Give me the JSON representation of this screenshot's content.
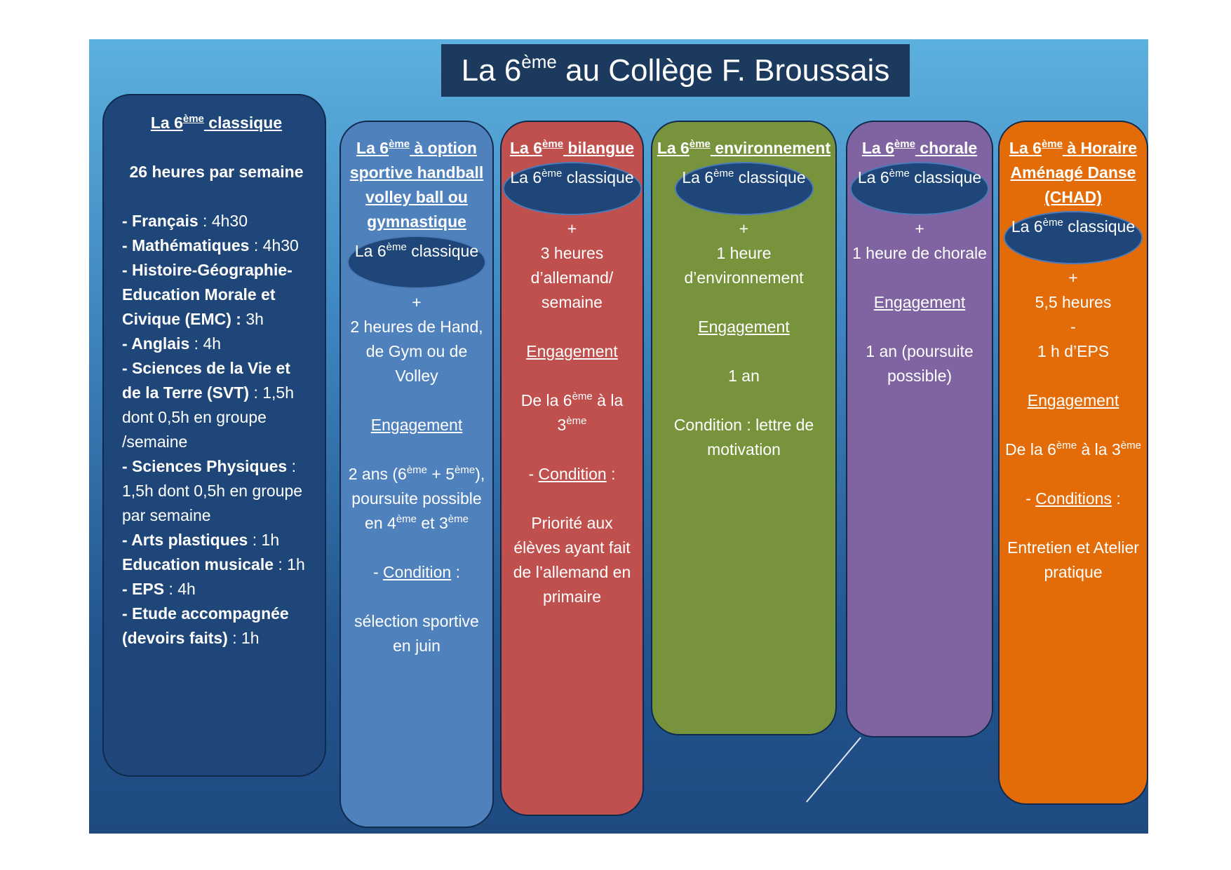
{
  "title": {
    "pre": "La 6",
    "sup": "ème",
    "post": " au Collège F. Broussais"
  },
  "colors": {
    "background_top": "#5cb0de",
    "background_bottom": "#1e4a80",
    "title_box": "#1b3a5e",
    "col_classique": "#1f4678",
    "col_sportive": "#4f81bd",
    "col_bilangue": "#c0504d",
    "col_environnement": "#77933c",
    "col_chorale": "#8064a2",
    "col_chad": "#e36c09",
    "ellipse": "#1f4678"
  },
  "columns": [
    {
      "id": "classique",
      "blocks": [
        {
          "center": true,
          "segs": [
            {
              "t": "La 6",
              "b": 1,
              "u": 1
            },
            {
              "t": "ème",
              "sup": 1,
              "b": 1,
              "u": 1
            },
            {
              "t": " classique",
              "b": 1,
              "u": 1
            }
          ]
        },
        {
          "gap": 1
        },
        {
          "center": true,
          "segs": [
            {
              "t": "26 heures par semaine",
              "b": 1
            }
          ]
        },
        {
          "gap": 1
        },
        {
          "segs": [
            {
              "t": "- Français",
              "b": 1
            },
            {
              "t": " : 4h30"
            }
          ]
        },
        {
          "segs": [
            {
              "t": "- Mathématiques",
              "b": 1
            },
            {
              "t": " : 4h30"
            }
          ]
        },
        {
          "segs": [
            {
              "t": "- Histoire-Géographie-Education Morale et Civique (EMC) :",
              "b": 1
            },
            {
              "t": " 3h"
            }
          ]
        },
        {
          "segs": [
            {
              "t": "- Anglais",
              "b": 1
            },
            {
              "t": " : 4h"
            }
          ]
        },
        {
          "segs": [
            {
              "t": "- Sciences de la Vie et de la Terre (SVT)",
              "b": 1
            },
            {
              "t": " : 1,5h dont 0,5h en groupe /semaine"
            }
          ]
        },
        {
          "segs": [
            {
              "t": "- Sciences Physiques",
              "b": 1
            },
            {
              "t": " : 1,5h dont 0,5h en groupe par semaine"
            }
          ]
        },
        {
          "segs": [
            {
              "t": "- Arts plastiques",
              "b": 1
            },
            {
              "t": " : 1h"
            }
          ]
        },
        {
          "segs": [
            {
              "t": "Education musicale",
              "b": 1
            },
            {
              "t": " : 1h"
            }
          ]
        },
        {
          "segs": [
            {
              "t": "- EPS",
              "b": 1
            },
            {
              "t": " : 4h"
            }
          ]
        },
        {
          "segs": [
            {
              "t": "- Etude accompagnée (devoirs faits)",
              "b": 1
            },
            {
              "t": " : 1h"
            }
          ]
        }
      ]
    },
    {
      "id": "sportive",
      "blocks": [
        {
          "segs": [
            {
              "t": "La 6",
              "b": 1,
              "u": 1
            },
            {
              "t": "ème",
              "sup": 1,
              "b": 1,
              "u": 1
            },
            {
              "t": " à option sportive handball volley ball ou gymnastique",
              "b": 1,
              "u": 1
            }
          ]
        },
        {
          "ellipse": 1,
          "segs": [
            {
              "t": "La 6"
            },
            {
              "t": "ème",
              "sup": 1
            },
            {
              "t": " classique"
            }
          ]
        },
        {
          "segs": [
            {
              "t": "+"
            }
          ]
        },
        {
          "segs": [
            {
              "t": "2 heures de Hand, de Gym ou de Volley"
            }
          ]
        },
        {
          "gap": 1
        },
        {
          "segs": [
            {
              "t": "Engagement",
              "u": 1
            }
          ]
        },
        {
          "gap": 1
        },
        {
          "segs": [
            {
              "t": "2 ans (6"
            },
            {
              "t": "ème",
              "sup": 1
            },
            {
              "t": " + 5"
            },
            {
              "t": "ème",
              "sup": 1
            },
            {
              "t": "), poursuite possible en 4"
            },
            {
              "t": "ème",
              "sup": 1
            },
            {
              "t": " et 3"
            },
            {
              "t": "ème",
              "sup": 1
            }
          ]
        },
        {
          "gap": 1
        },
        {
          "segs": [
            {
              "t": "- "
            },
            {
              "t": "Condition",
              "u": 1
            },
            {
              "t": " :"
            }
          ]
        },
        {
          "gap": 1
        },
        {
          "segs": [
            {
              "t": "sélection sportive en juin"
            }
          ]
        }
      ]
    },
    {
      "id": "bilangue",
      "blocks": [
        {
          "segs": [
            {
              "t": "La 6",
              "b": 1,
              "u": 1
            },
            {
              "t": "ème",
              "sup": 1,
              "b": 1,
              "u": 1
            },
            {
              "t": " bilangue",
              "b": 1,
              "u": 1
            }
          ]
        },
        {
          "ellipse": 1,
          "segs": [
            {
              "t": "La 6"
            },
            {
              "t": "ème",
              "sup": 1
            },
            {
              "t": " classique"
            }
          ]
        },
        {
          "segs": [
            {
              "t": "+"
            }
          ]
        },
        {
          "segs": [
            {
              "t": "3 heures d’allemand/ semaine"
            }
          ]
        },
        {
          "gap": 1
        },
        {
          "segs": [
            {
              "t": "Engagement",
              "u": 1
            }
          ]
        },
        {
          "gap": 1
        },
        {
          "segs": [
            {
              "t": "De la 6"
            },
            {
              "t": "ème",
              "sup": 1
            },
            {
              "t": " à la 3"
            },
            {
              "t": "ème",
              "sup": 1
            }
          ]
        },
        {
          "gap": 1
        },
        {
          "segs": [
            {
              "t": "- "
            },
            {
              "t": "Condition",
              "u": 1
            },
            {
              "t": " :"
            }
          ]
        },
        {
          "gap": 1
        },
        {
          "segs": [
            {
              "t": "Priorité aux élèves ayant fait de l’allemand en primaire"
            }
          ]
        }
      ]
    },
    {
      "id": "environnement",
      "blocks": [
        {
          "segs": [
            {
              "t": "La 6",
              "b": 1,
              "u": 1
            },
            {
              "t": "ème",
              "sup": 1,
              "b": 1,
              "u": 1
            },
            {
              "t": " environnement",
              "b": 1,
              "u": 1
            }
          ]
        },
        {
          "ellipse": 1,
          "segs": [
            {
              "t": "La 6"
            },
            {
              "t": "ème",
              "sup": 1
            },
            {
              "t": " classique"
            }
          ]
        },
        {
          "segs": [
            {
              "t": "+"
            }
          ]
        },
        {
          "segs": [
            {
              "t": "1 heure d’environnement"
            }
          ]
        },
        {
          "gap": 1
        },
        {
          "segs": [
            {
              "t": "Engagement",
              "u": 1
            }
          ]
        },
        {
          "gap": 1
        },
        {
          "segs": [
            {
              "t": "1 an"
            }
          ]
        },
        {
          "gap": 1
        },
        {
          "segs": [
            {
              "t": "Condition : lettre de motivation"
            }
          ]
        }
      ]
    },
    {
      "id": "chorale",
      "blocks": [
        {
          "segs": [
            {
              "t": "La 6",
              "b": 1,
              "u": 1
            },
            {
              "t": "ème",
              "sup": 1,
              "b": 1,
              "u": 1
            },
            {
              "t": " chorale",
              "b": 1,
              "u": 1
            }
          ]
        },
        {
          "ellipse": 1,
          "segs": [
            {
              "t": "La 6"
            },
            {
              "t": "ème",
              "sup": 1
            },
            {
              "t": " classique"
            }
          ]
        },
        {
          "segs": [
            {
              "t": "+"
            }
          ]
        },
        {
          "segs": [
            {
              "t": "1 heure de chorale"
            }
          ]
        },
        {
          "gap": 1
        },
        {
          "segs": [
            {
              "t": "Engagement",
              "u": 1
            }
          ]
        },
        {
          "gap": 1
        },
        {
          "segs": [
            {
              "t": "1 an (poursuite possible)"
            }
          ]
        }
      ]
    },
    {
      "id": "chad",
      "blocks": [
        {
          "segs": [
            {
              "t": "La 6",
              "b": 1,
              "u": 1
            },
            {
              "t": "ème",
              "sup": 1,
              "b": 1,
              "u": 1
            },
            {
              "t": " à Horaire Aménagé Danse (CHAD)",
              "b": 1,
              "u": 1
            }
          ]
        },
        {
          "ellipse": 1,
          "segs": [
            {
              "t": "La 6"
            },
            {
              "t": "ème",
              "sup": 1
            },
            {
              "t": " classique"
            }
          ]
        },
        {
          "segs": [
            {
              "t": "+"
            }
          ]
        },
        {
          "segs": [
            {
              "t": "5,5 heures"
            }
          ]
        },
        {
          "segs": [
            {
              "t": "-"
            }
          ]
        },
        {
          "segs": [
            {
              "t": "1 h d’EPS"
            }
          ]
        },
        {
          "gap": 1
        },
        {
          "segs": [
            {
              "t": "Engagement",
              "u": 1
            }
          ]
        },
        {
          "gap": 1
        },
        {
          "segs": [
            {
              "t": "De la 6"
            },
            {
              "t": "ème",
              "sup": 1
            },
            {
              "t": " à la 3"
            },
            {
              "t": "ème",
              "sup": 1
            }
          ]
        },
        {
          "gap": 1
        },
        {
          "segs": [
            {
              "t": "- "
            },
            {
              "t": "Conditions",
              "u": 1
            },
            {
              "t": " :"
            }
          ]
        },
        {
          "gap": 1
        },
        {
          "segs": [
            {
              "t": "Entretien et Atelier pratique"
            }
          ]
        }
      ]
    }
  ]
}
